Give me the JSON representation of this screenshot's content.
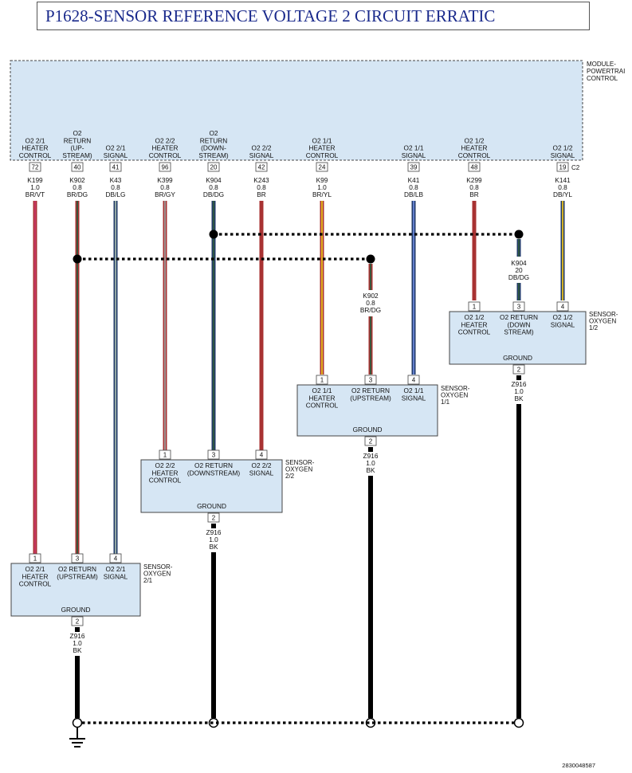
{
  "title": "P1628-SENSOR REFERENCE VOLTAGE 2 CIRCUIT ERRATIC",
  "module": {
    "name": [
      "MODULE-",
      "POWERTRAI",
      "CONTROL"
    ],
    "connector": "C2",
    "pins": [
      {
        "pin": "72",
        "func": [
          "O2 2/1",
          "HEATER",
          "CONTROL"
        ],
        "circuit": "K199",
        "gauge": "1.0",
        "color": "BR/VT"
      },
      {
        "pin": "40",
        "func": [
          "O2",
          "RETURN",
          "(UP-",
          "STREAM)"
        ],
        "circuit": "K902",
        "gauge": "0.8",
        "color": "BR/DG"
      },
      {
        "pin": "41",
        "func": [
          "O2 2/1",
          "SIGNAL"
        ],
        "circuit": "K43",
        "gauge": "0.8",
        "color": "DB/LG"
      },
      {
        "pin": "96",
        "func": [
          "O2 2/2",
          "HEATER",
          "CONTROL"
        ],
        "circuit": "K399",
        "gauge": "0.8",
        "color": "BR/GY"
      },
      {
        "pin": "20",
        "func": [
          "O2",
          "RETURN",
          "(DOWN-",
          "STREAM)"
        ],
        "circuit": "K904",
        "gauge": "0.8",
        "color": "DB/DG"
      },
      {
        "pin": "42",
        "func": [
          "O2 2/2",
          "SIGNAL"
        ],
        "circuit": "K243",
        "gauge": "0.8",
        "color": "BR"
      },
      {
        "pin": "24",
        "func": [
          "O2 1/1",
          "HEATER",
          "CONTROL"
        ],
        "circuit": "K99",
        "gauge": "1.0",
        "color": "BR/YL"
      },
      {
        "pin": "39",
        "func": [
          "O2 1/1",
          "SIGNAL"
        ],
        "circuit": "K41",
        "gauge": "0.8",
        "color": "DB/LB"
      },
      {
        "pin": "48",
        "func": [
          "O2 1/2",
          "HEATER",
          "CONTROL"
        ],
        "circuit": "K299",
        "gauge": "0.8",
        "color": "BR"
      },
      {
        "pin": "19",
        "func": [
          "O2 1/2",
          "SIGNAL"
        ],
        "circuit": "K141",
        "gauge": "0.8",
        "color": "DB/YL"
      }
    ]
  },
  "splices": {
    "k904": {
      "circuit": "K904",
      "gauge": "20",
      "color": "DB/DG"
    },
    "k902": {
      "circuit": "K902",
      "gauge": "0.8",
      "color": "BR/DG"
    }
  },
  "sensors": [
    {
      "name": [
        "SENSOR-",
        "OXYGEN",
        "2/1"
      ],
      "pins": [
        {
          "pin": "1",
          "label": [
            "O2 2/1",
            "HEATER",
            "CONTROL"
          ]
        },
        {
          "pin": "3",
          "label": [
            "O2 RETURN",
            "(UPSTREAM)"
          ]
        },
        {
          "pin": "4",
          "label": [
            "O2 2/1",
            "SIGNAL"
          ]
        }
      ],
      "ground_label": "GROUND",
      "ground_pin": "2",
      "ground_wire": {
        "circuit": "Z916",
        "gauge": "1.0",
        "color": "BK"
      }
    },
    {
      "name": [
        "SENSOR-",
        "OXYGEN",
        "2/2"
      ],
      "pins": [
        {
          "pin": "1",
          "label": [
            "O2 2/2",
            "HEATER",
            "CONTROL"
          ]
        },
        {
          "pin": "3",
          "label": [
            "O2 RETURN",
            "(DOWNSTREAM)"
          ]
        },
        {
          "pin": "4",
          "label": [
            "O2 2/2",
            "SIGNAL"
          ]
        }
      ],
      "ground_label": "GROUND",
      "ground_pin": "2",
      "ground_wire": {
        "circuit": "Z916",
        "gauge": "1.0",
        "color": "BK"
      }
    },
    {
      "name": [
        "SENSOR-",
        "OXYGEN",
        "1/1"
      ],
      "pins": [
        {
          "pin": "1",
          "label": [
            "O2 1/1",
            "HEATER",
            "CONTROL"
          ]
        },
        {
          "pin": "3",
          "label": [
            "O2 RETURN",
            "(UPSTREAM)"
          ]
        },
        {
          "pin": "4",
          "label": [
            "O2 1/1",
            "SIGNAL"
          ]
        }
      ],
      "ground_label": "GROUND",
      "ground_pin": "2",
      "ground_wire": {
        "circuit": "Z916",
        "gauge": "1.0",
        "color": "BK"
      }
    },
    {
      "name": [
        "SENSOR-",
        "OXYGEN",
        "1/2"
      ],
      "pins": [
        {
          "pin": "1",
          "label": [
            "O2 1/2",
            "HEATER",
            "CONTROL"
          ]
        },
        {
          "pin": "3",
          "label": [
            "O2 RETURN",
            "(DOWN",
            "STREAM)"
          ]
        },
        {
          "pin": "4",
          "label": [
            "O2 1/2",
            "SIGNAL"
          ]
        }
      ],
      "ground_label": "GROUND",
      "ground_pin": "2",
      "ground_wire": {
        "circuit": "Z916",
        "gauge": "1.0",
        "color": "BK"
      }
    }
  ],
  "doc_id": "2830048587",
  "colors": {
    "box_fill": "#d6e6f4",
    "BR": "#a83232",
    "VT": "#cc3a6a",
    "DG": "#2f5a3e",
    "DB": "#203a68",
    "LG": "#9fb3a8",
    "GY": "#9e9e9e",
    "YL": "#e8c020",
    "LB": "#6a86d8",
    "BK": "#000000"
  }
}
